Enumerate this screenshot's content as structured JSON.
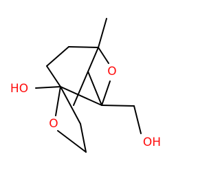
{
  "molecule": {
    "atoms": {
      "o_ring_right": "O",
      "o_ring_bottom": "O",
      "hydroxyl_left": "HO",
      "hydroxyl_right": "OH"
    },
    "colors": {
      "bond": "#000000",
      "oxygen": "#ff0d0d",
      "background": "#ffffff"
    }
  }
}
